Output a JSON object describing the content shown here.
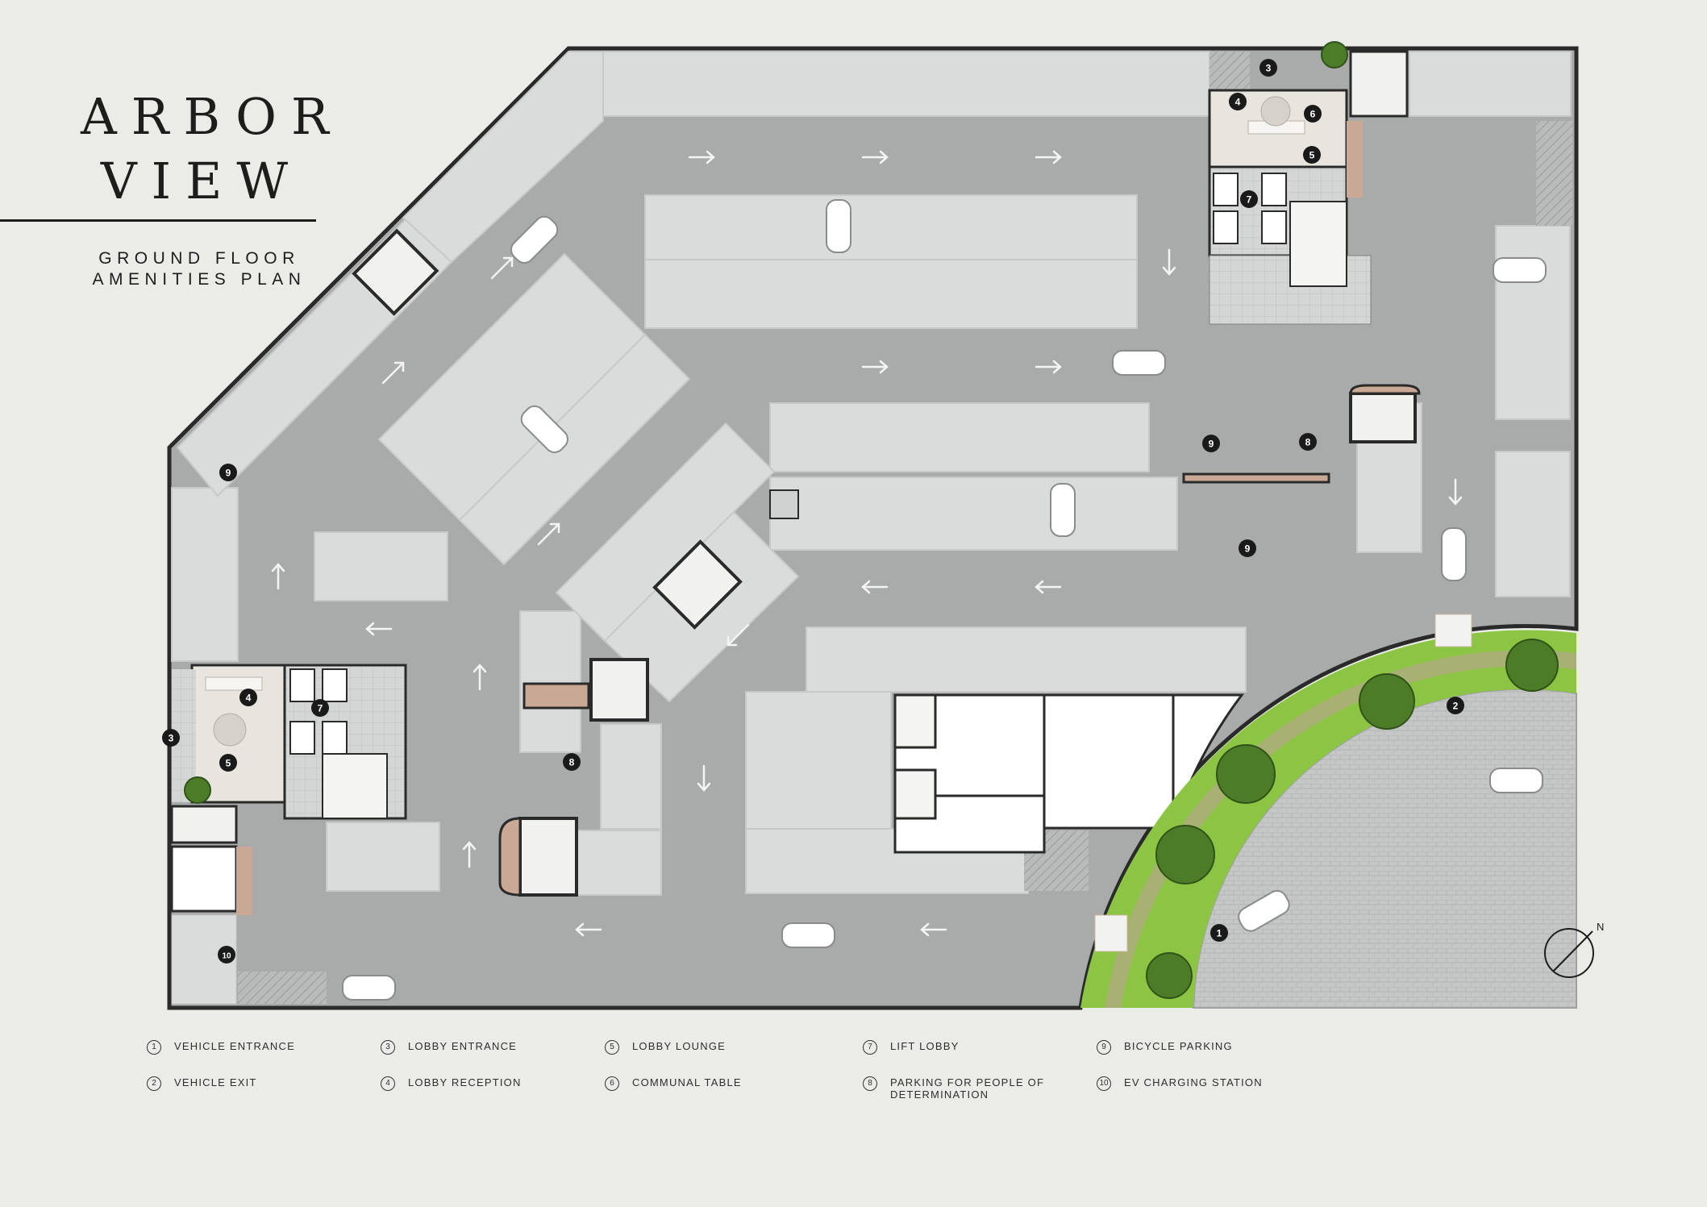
{
  "title": {
    "line1": "ARBOR",
    "line2": "VIEW"
  },
  "subtitle": {
    "line1": "GROUND FLOOR",
    "line2": "AMENITIES PLAN"
  },
  "north_label": "N",
  "legend": [
    {
      "num": "1",
      "label": "VEHICLE ENTRANCE"
    },
    {
      "num": "3",
      "label": "LOBBY ENTRANCE"
    },
    {
      "num": "5",
      "label": "LOBBY LOUNGE"
    },
    {
      "num": "7",
      "label": "LIFT LOBBY"
    },
    {
      "num": "9",
      "label": "BICYCLE PARKING"
    },
    {
      "num": "2",
      "label": "VEHICLE EXIT"
    },
    {
      "num": "4",
      "label": "LOBBY RECEPTION"
    },
    {
      "num": "6",
      "label": "COMMUNAL TABLE"
    },
    {
      "num": "8",
      "label": "PARKING FOR PEOPLE OF DETERMINATION"
    },
    {
      "num": "10",
      "label": "EV CHARGING STATION"
    }
  ],
  "markers": [
    "1",
    "2",
    "3",
    "4",
    "5",
    "6",
    "7",
    "8",
    "9",
    "10"
  ],
  "colors": {
    "background": "#ebece7",
    "driveway": "#a9abab",
    "parking_bay": "#d9dcdb",
    "wall": "#2a2a2a",
    "lobby_floor": "#e8e4de",
    "accent_wood": "#c9a995",
    "landscape": "#8cc544",
    "road": "#c5c7c6",
    "marker": "#1a1a1a"
  }
}
